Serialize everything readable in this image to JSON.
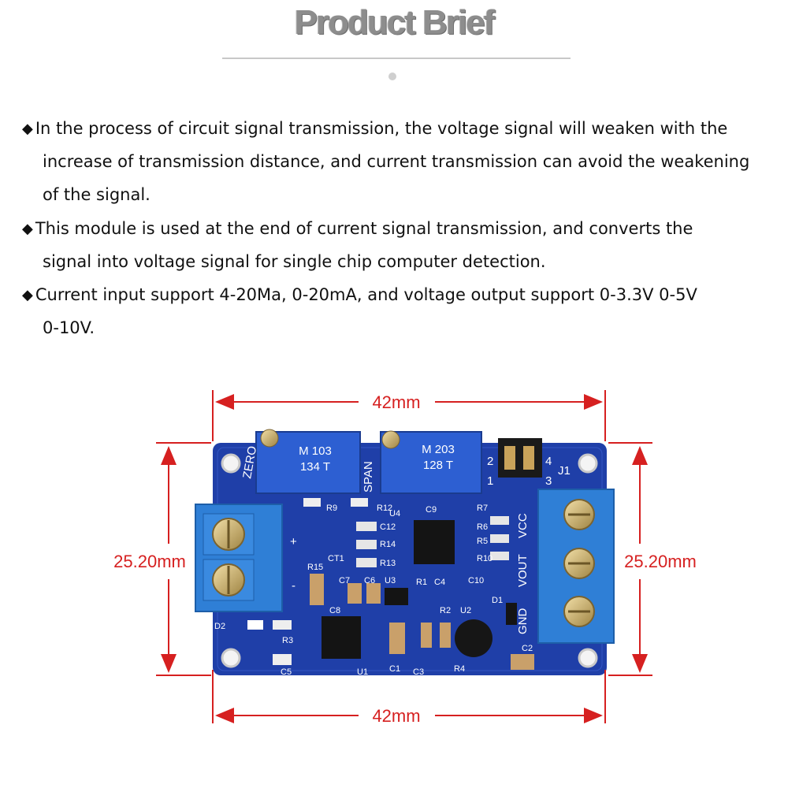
{
  "header": {
    "title": "Product Brief"
  },
  "bullets": [
    {
      "lines": [
        "In the process of circuit signal transmission, the voltage signal will weaken with the",
        "increase of transmission distance, and current transmission can avoid the weakening",
        "of the signal."
      ]
    },
    {
      "lines": [
        "This module is used at the end of current signal transmission, and converts the",
        "signal into voltage signal for single chip computer detection."
      ]
    },
    {
      "lines": [
        "Current input support 4-20Ma, 0-20mA, and voltage output support 0-3.3V 0-5V",
        "0-10V."
      ]
    }
  ],
  "bullet_symbol": "◆",
  "dimensions": {
    "width_top": "42mm",
    "width_bottom": "42mm",
    "height_left": "25.20mm",
    "height_right": "25.20mm"
  },
  "board": {
    "pot_zero_code_1": "M 103",
    "pot_zero_code_2": "134 T",
    "pot_span_code_1": "M 203",
    "pot_span_code_2": "128 T",
    "label_zero": "ZERO",
    "label_span": "SPAN",
    "label_vcc": "VCC",
    "label_vout": "VOUT",
    "label_gnd": "GND",
    "jumper_label": "J1",
    "pin_1": "1",
    "pin_2": "2",
    "pin_3": "3",
    "pin_4": "4",
    "plus": "+",
    "minus": "-",
    "components": [
      "R9",
      "R12",
      "C9",
      "U4",
      "R7",
      "C12",
      "R14",
      "R6",
      "R5",
      "R13",
      "R10",
      "CT1",
      "R15",
      "C7",
      "C6",
      "U3",
      "R1",
      "C4",
      "C10",
      "D1",
      "C8",
      "R2",
      "U2",
      "D2",
      "R3",
      "C1",
      "C3",
      "R4",
      "C2",
      "C5",
      "U1"
    ]
  },
  "colors": {
    "dimension_red": "#d62020",
    "pcb_blue": "#1f3fa8",
    "terminal_blue": "#2f7fd6",
    "title_gray": "#8d8d8d"
  }
}
